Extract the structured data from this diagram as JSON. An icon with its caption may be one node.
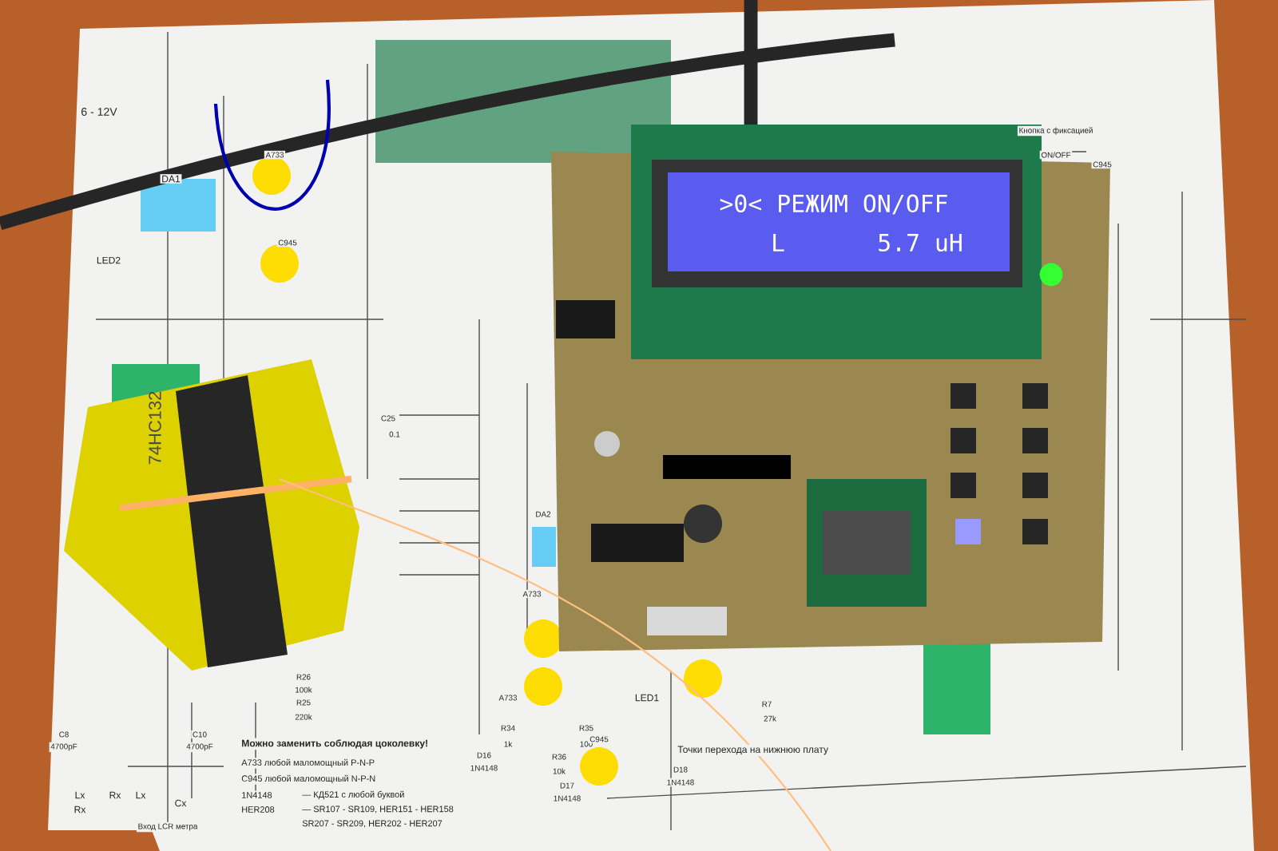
{
  "diagram": {
    "labels": [
      "6 - 12V",
      "LED2",
      "DA1",
      "A733",
      "C945",
      "74HC132",
      "C25",
      "0.1",
      "DA2",
      ">0< РЕЖИМ ON/OFF",
      "L",
      "5.7 uH",
      "Кнопка с фиксацией",
      "ON/OFF",
      "C945",
      "A733",
      "R26",
      "100k",
      "R25",
      "220k",
      "C8",
      "4700pF",
      "C10",
      "4700pF",
      "Lx",
      "Rx",
      "Rx",
      "Lx",
      "Cx",
      "Вход LCR метра",
      "Можно заменить соблюдая цоколевку!",
      "A733  любой маломощный P-N-P",
      "C945  любой маломощный N-P-N",
      "1N4148",
      "— КД521  с любой буквой",
      "HER208",
      "— SR107 - SR109, HER151 - HER158",
      "SR207 - SR209, HER202 - HER207",
      "A733",
      "R34",
      "1k",
      "R35",
      "100",
      "D16",
      "1N4148",
      "R36",
      "10k",
      "C945",
      "D17",
      "1N4148",
      "LED1",
      "R7",
      "27k",
      "Точки перехода на нижнюю плату",
      "D18",
      "1N4148"
    ]
  }
}
